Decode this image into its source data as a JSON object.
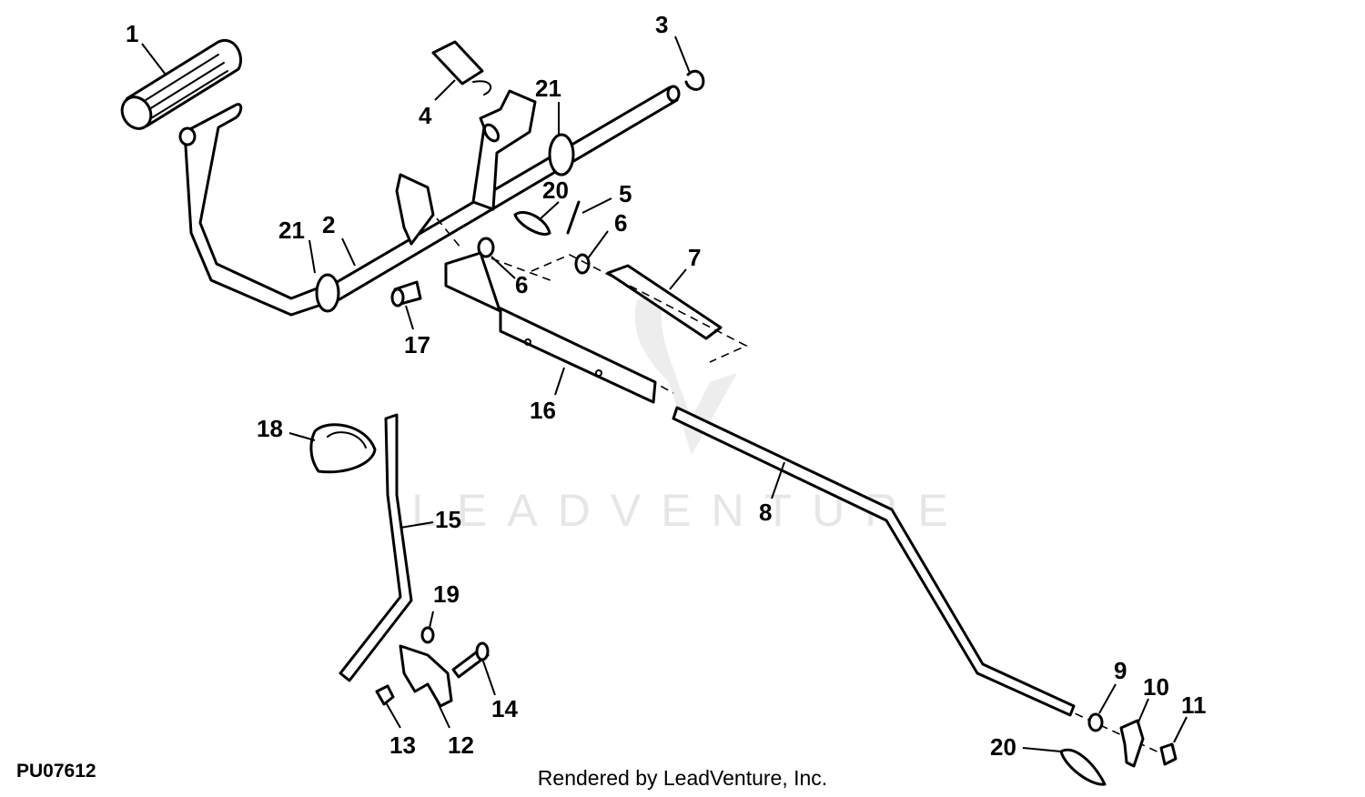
{
  "watermark": {
    "text": "LEADVENTURE",
    "color": "#e6e6e6"
  },
  "figure_id": "PU07612",
  "footer": "Rendered by LeadVenture, Inc.",
  "callouts": [
    {
      "id": "c1",
      "label": "1"
    },
    {
      "id": "c2",
      "label": "2"
    },
    {
      "id": "c3",
      "label": "3"
    },
    {
      "id": "c4",
      "label": "4"
    },
    {
      "id": "c5",
      "label": "5"
    },
    {
      "id": "c6a",
      "label": "6"
    },
    {
      "id": "c6b",
      "label": "6"
    },
    {
      "id": "c7",
      "label": "7"
    },
    {
      "id": "c8",
      "label": "8"
    },
    {
      "id": "c9",
      "label": "9"
    },
    {
      "id": "c10",
      "label": "10"
    },
    {
      "id": "c11",
      "label": "11"
    },
    {
      "id": "c12",
      "label": "12"
    },
    {
      "id": "c13",
      "label": "13"
    },
    {
      "id": "c14",
      "label": "14"
    },
    {
      "id": "c15",
      "label": "15"
    },
    {
      "id": "c16",
      "label": "16"
    },
    {
      "id": "c17",
      "label": "17"
    },
    {
      "id": "c18",
      "label": "18"
    },
    {
      "id": "c19",
      "label": "19"
    },
    {
      "id": "c20a",
      "label": "20"
    },
    {
      "id": "c20b",
      "label": "20"
    },
    {
      "id": "c21a",
      "label": "21"
    },
    {
      "id": "c21b",
      "label": "21"
    }
  ]
}
